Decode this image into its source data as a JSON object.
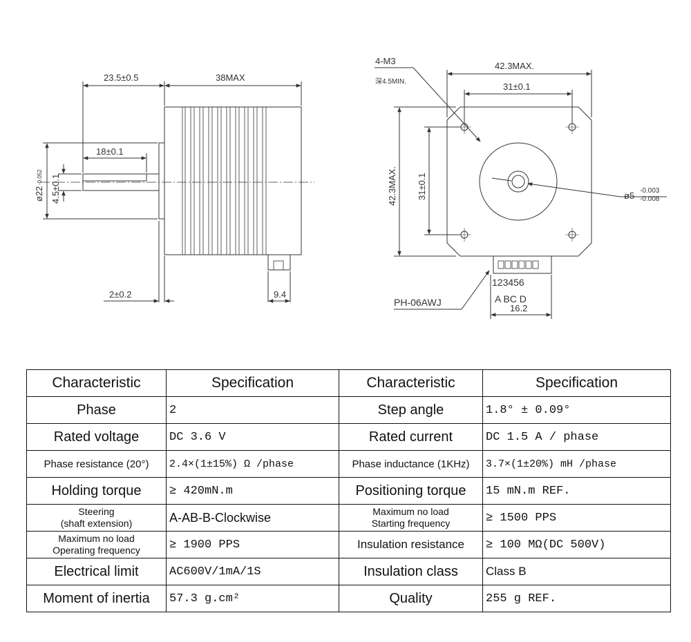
{
  "drawing": {
    "side_view": {
      "dim_shaft_length": "23.5±0.5",
      "dim_body_length": "38MAX",
      "dim_flat_length": "18±0.1",
      "dim_pilot_diameter": "ø22",
      "dim_pilot_tol": "-0.052",
      "dim_flat_depth": "4.5±0.1",
      "dim_pilot_height": "2±0.2",
      "dim_connector": "9.4"
    },
    "front_view": {
      "screw_label": "4-M3",
      "screw_depth": "深4.5MIN.",
      "dim_width_max": "42.3MAX.",
      "dim_hole_spacing_h": "31±0.1",
      "dim_height_max": "42.3MAX.",
      "dim_hole_spacing_v": "31±0.1",
      "shaft_dia": "ø5",
      "shaft_tol_upper": "-0.003",
      "shaft_tol_lower": "-0.008",
      "pin_numbers": "123456",
      "pin_letters": "A BC D",
      "connector_width": "16.2",
      "connector_model": "PH-06AWJ"
    }
  },
  "table": {
    "headers": [
      "Characteristic",
      "Specification",
      "Characteristic",
      "Specification"
    ],
    "rows": [
      {
        "c1": "Phase",
        "s1": "2",
        "c2": "Step angle",
        "s2": "1.8°  ± 0.09°"
      },
      {
        "c1": "Rated voltage",
        "s1": "DC 3.6 V",
        "c2": "Rated current",
        "s2": "DC  1.5 A / phase"
      },
      {
        "c1": "Phase resistance (20°)",
        "s1": "2.4×(1±15%) Ω /phase",
        "c2": "Phase inductance (1KHz)",
        "s2": "3.7×(1±20%) mH /phase"
      },
      {
        "c1": "Holding torque",
        "s1": "≥  420mN.m",
        "c2": "Positioning torque",
        "s2": "15 mN.m  REF."
      },
      {
        "c1a": "Steering",
        "c1b": "(shaft extension)",
        "s1": "A-AB-B-Clockwise",
        "c2a": "Maximum no load",
        "c2b": "Starting frequency",
        "s2": "≥ 1500 PPS"
      },
      {
        "c1a": "Maximum no load",
        "c1b": "Operating frequency",
        "s1": "≥ 1900 PPS",
        "c2": "Insulation resistance",
        "s2": "≥ 100 MΩ(DC 500V)"
      },
      {
        "c1": "Electrical limit",
        "s1": "AC600V/1mA/1S",
        "c2": "Insulation class",
        "s2": "Class B"
      },
      {
        "c1": "Moment of inertia",
        "s1": "57.3  g.cm²",
        "c2": "Quality",
        "s2": "255 g  REF."
      }
    ]
  }
}
